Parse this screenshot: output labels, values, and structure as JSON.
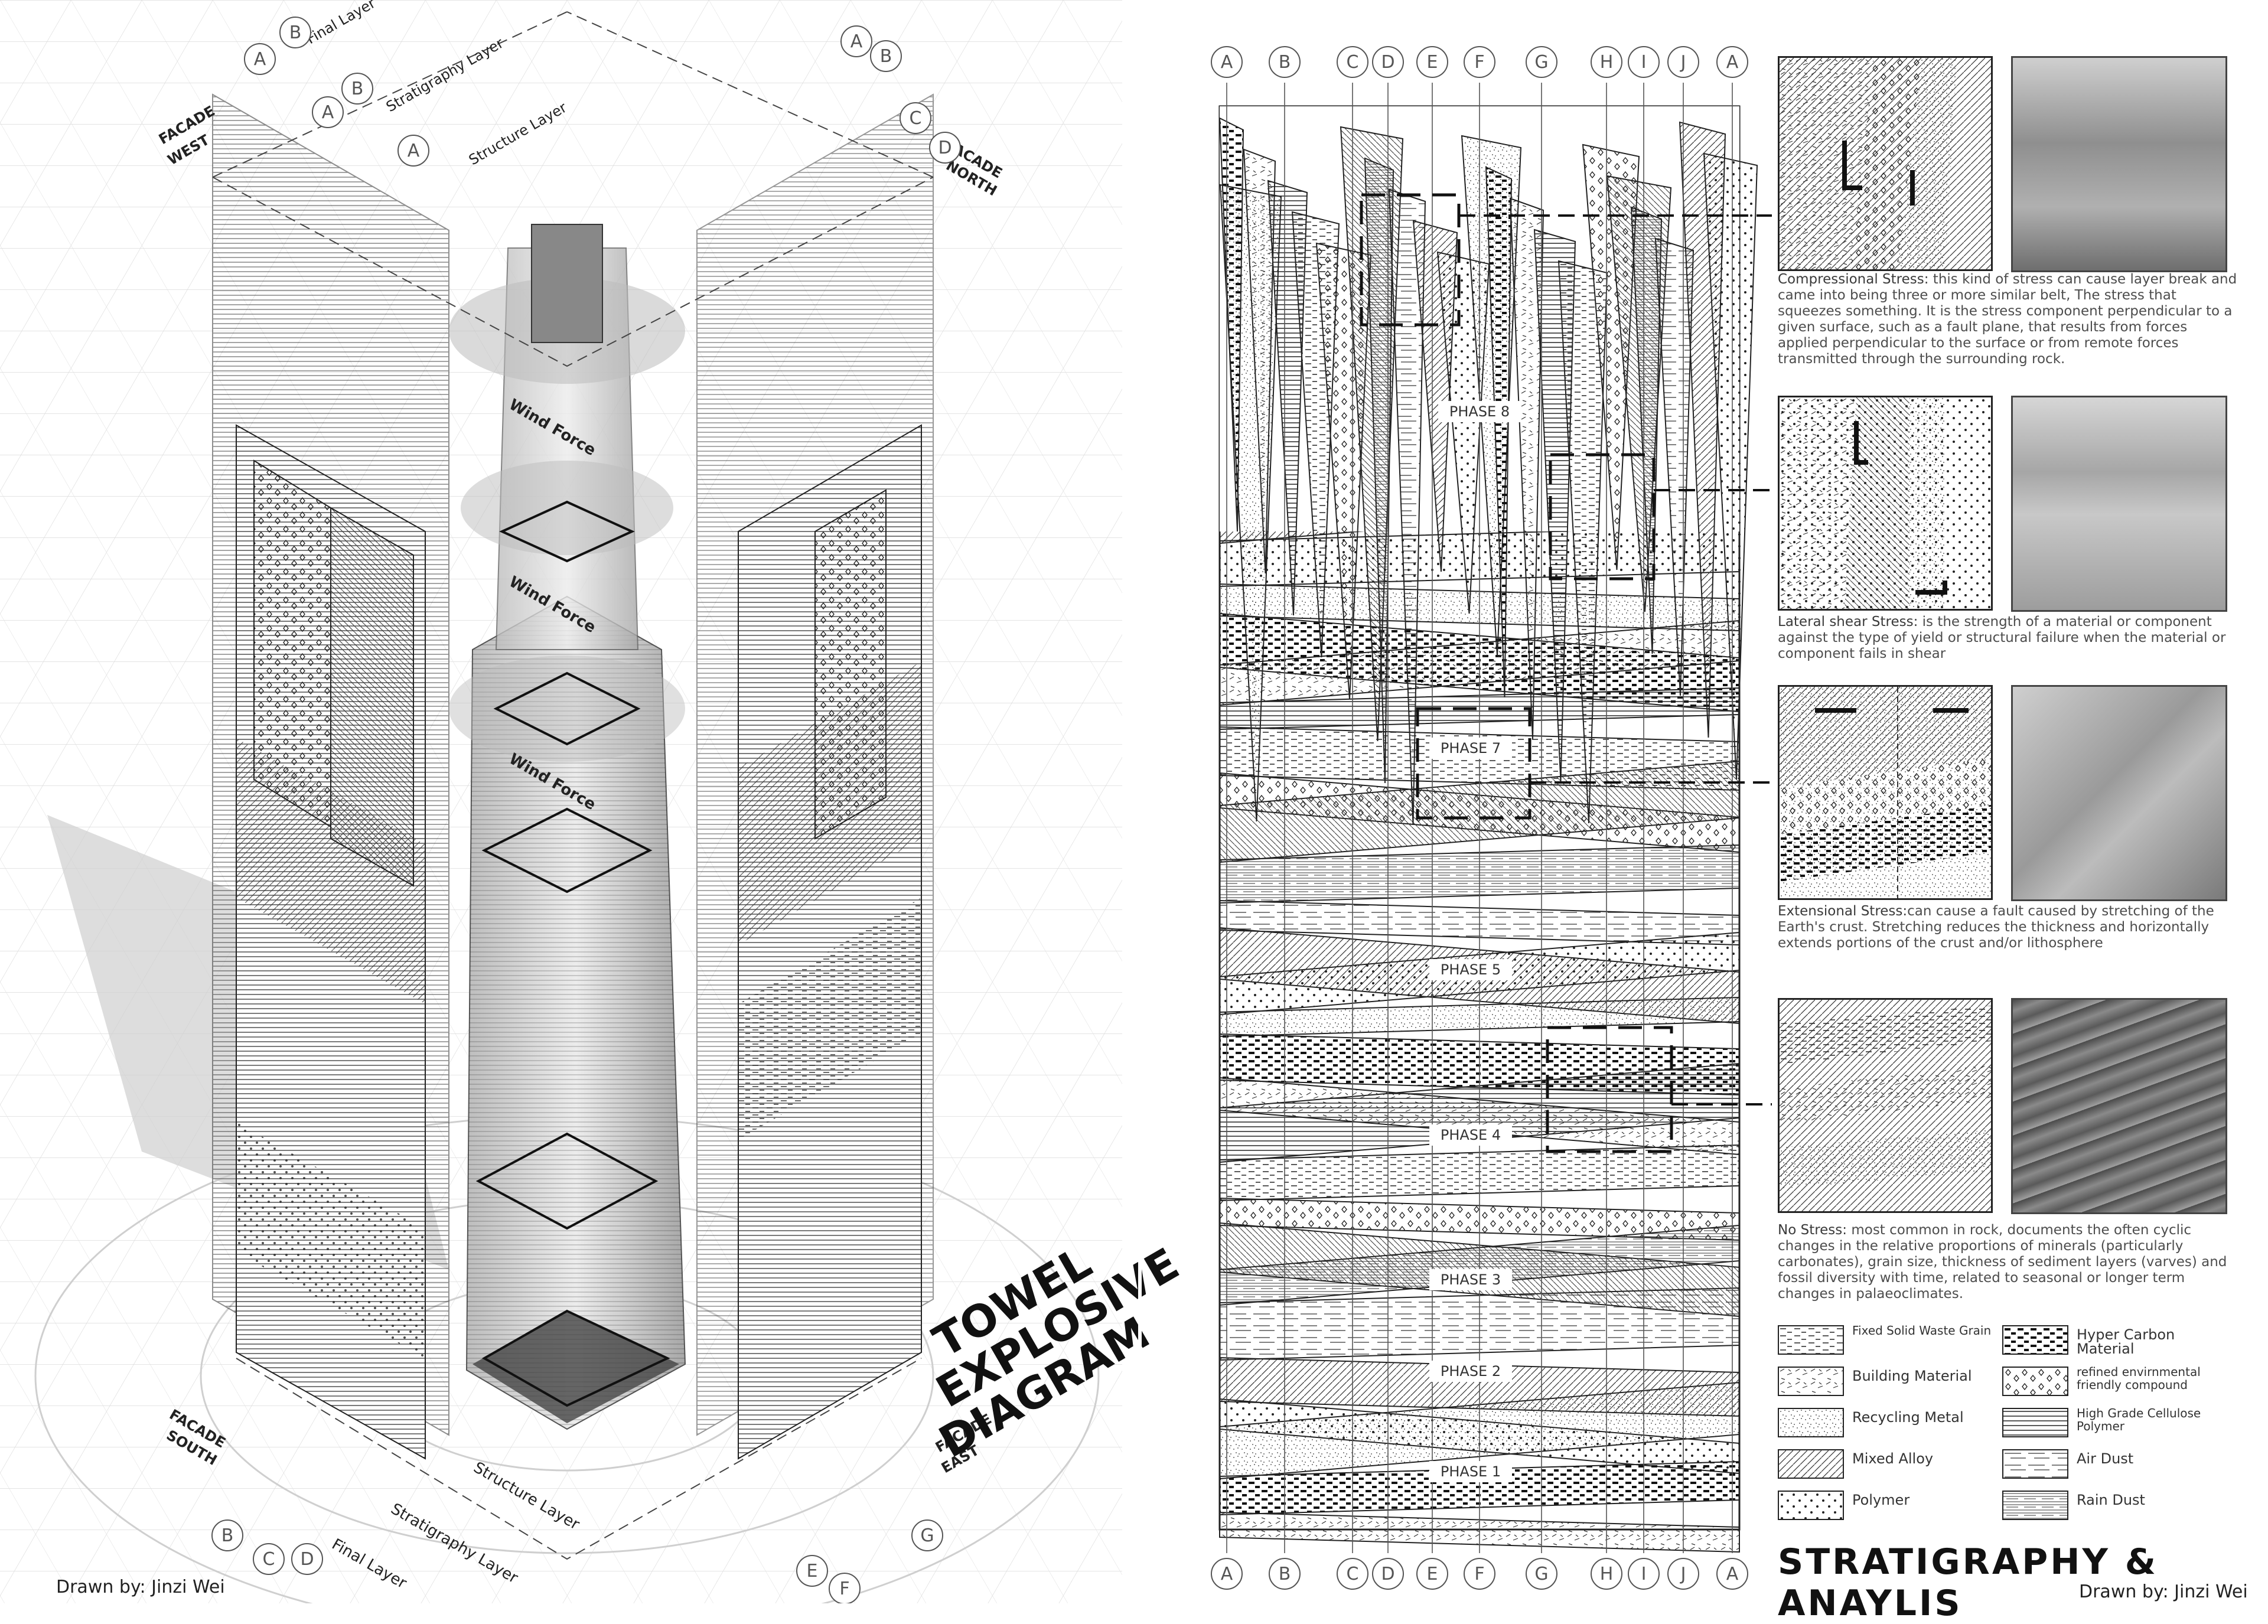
{
  "left_page": {
    "title_lines": [
      "TOWEL",
      "EXPLOSIVE",
      "DIAGRAM"
    ],
    "layer_labels_top": {
      "final": "Final Layer",
      "stratigraphy": "Stratigraphy Layer",
      "structure": "Structure Layer"
    },
    "layer_labels_bottom": {
      "structure": "Structure Layer",
      "stratigraphy": "Stratigraphy Layer",
      "final": "Final Layer"
    },
    "facades": {
      "west": [
        "FACADE",
        "WEST"
      ],
      "north": [
        "FACADE",
        "NORTH"
      ],
      "south": [
        "FACADE",
        "SOUTH"
      ],
      "east": [
        "FACADE",
        "EAST"
      ]
    },
    "wind_labels": [
      "Wind Force",
      "Wind Force",
      "Wind Force"
    ],
    "grid_bubbles_top": [
      "A",
      "B",
      "A",
      "B",
      "A",
      "A",
      "B",
      "C",
      "D"
    ],
    "grid_bubbles_bottom": [
      "B",
      "C",
      "D",
      "E",
      "F",
      "G"
    ],
    "credit": "Drawn by: Jinzi Wei"
  },
  "right_page": {
    "column_bubbles": [
      "A",
      "B",
      "C",
      "D",
      "E",
      "F",
      "G",
      "H",
      "I",
      "J",
      "A"
    ],
    "phases": [
      "PHASE 8",
      "PHASE 7",
      "PHASE 5",
      "PHASE 4",
      "PHASE 3",
      "PHASE 2",
      "PHASE 1"
    ],
    "stresses": [
      {
        "heading": "Compressional Stress:",
        "text": " this kind of stress can cause layer break and came into being three or more similar belt, The stress that squeezes something. It is the stress component perpendicular to a given surface, such as a fault plane, that results from forces applied perpendicular to the surface or from remote forces transmitted through the surrounding rock."
      },
      {
        "heading": "Lateral shear Stress:",
        "text": " is the strength of a material or component against the type of yield or structural failure when the material or component fails in shear"
      },
      {
        "heading": "Extensional Stress:",
        "text": "can cause a fault caused by stretching of the Earth's crust. Stretching reduces the thickness and horizontally extends portions of the crust and/or lithosphere"
      },
      {
        "heading": "No Stress:",
        "text": " most common in rock, documents the often cyclic changes in the relative proportions of minerals (particularly carbonates), grain size, thickness of sediment layers (varves) and fossil diversity with time, related to seasonal or longer term changes in palaeoclimates."
      }
    ],
    "legend": [
      {
        "label": "Fixed Solid Waste Grain",
        "pattern": "dashes",
        "small": false
      },
      {
        "label": "Hyper Carbon Material",
        "pattern": "heavy-dash",
        "small": false
      },
      {
        "label": "Building Material",
        "pattern": "scratch",
        "small": false
      },
      {
        "label": "refined envirnmental friendly compound",
        "pattern": "diamond",
        "small": true
      },
      {
        "label": "Recycling Metal",
        "pattern": "stipple",
        "small": false
      },
      {
        "label": "High Grade Cellulose Polymer",
        "pattern": "hlines",
        "small": true
      },
      {
        "label": "Mixed Alloy",
        "pattern": "diag",
        "small": false
      },
      {
        "label": "Air Dust",
        "pattern": "air",
        "small": false
      },
      {
        "label": "Polymer",
        "pattern": "dots",
        "small": false
      },
      {
        "label": "Rain Dust",
        "pattern": "rain",
        "small": false
      }
    ],
    "title": "STRATIGRAPHY & ANAYLIS",
    "credit": "Drawn by: Jinzi Wei"
  }
}
